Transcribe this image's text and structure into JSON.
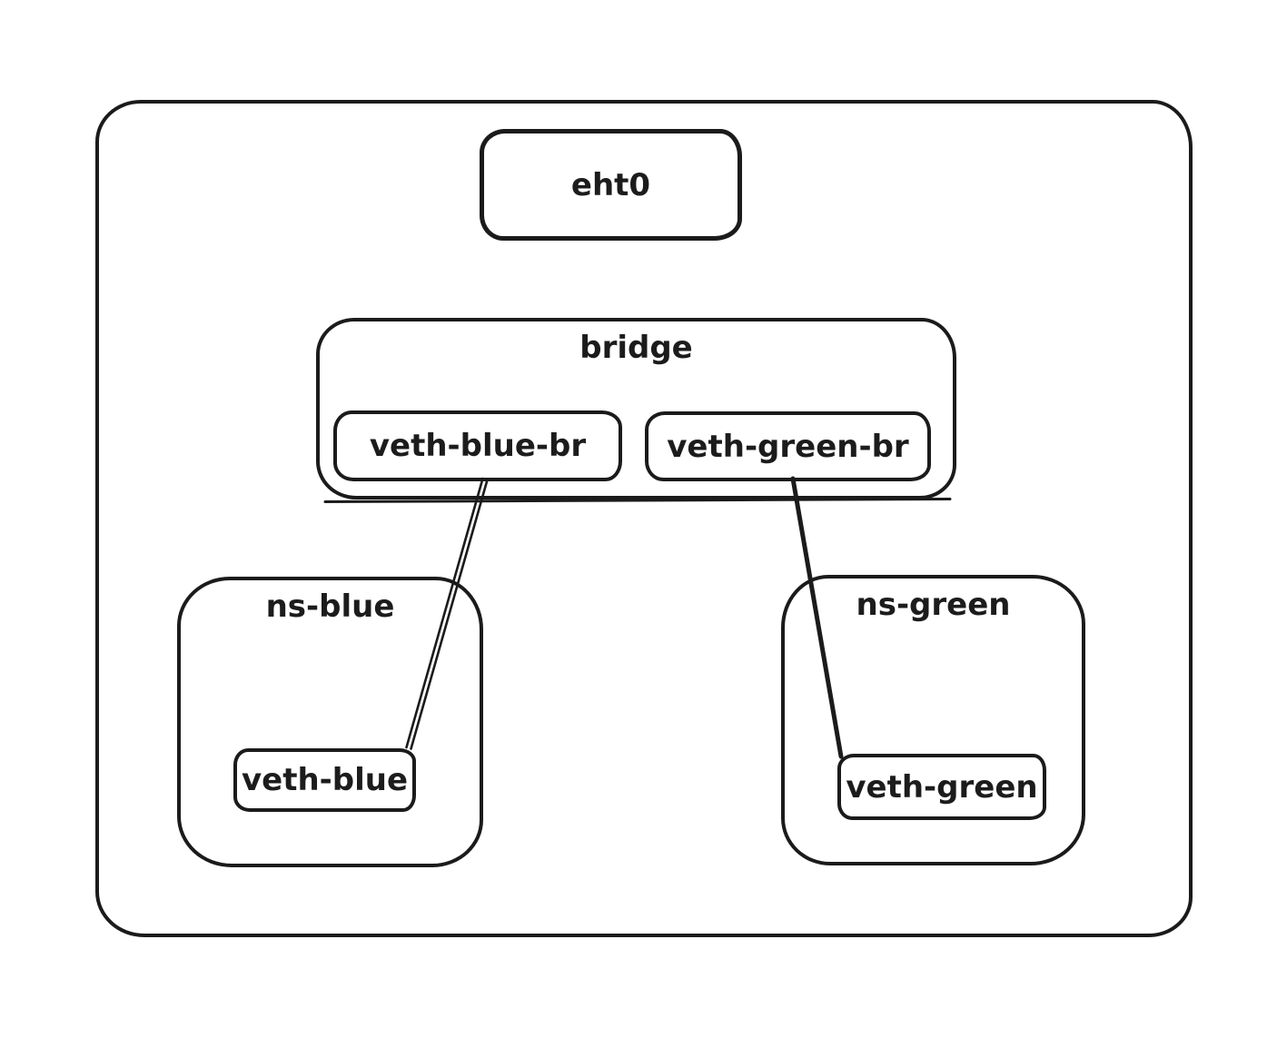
{
  "diagram": {
    "type": "network-namespace-diagram",
    "colors": {
      "stroke": "#1b1b1b",
      "background": "#ffffff"
    },
    "nodes": {
      "host": {
        "contains": [
          "eht0",
          "bridge",
          "ns-blue",
          "ns-green"
        ]
      },
      "eth0": {
        "label": "eht0"
      },
      "bridge": {
        "label": "bridge",
        "contains": [
          "veth-blue-br",
          "veth-green-br"
        ]
      },
      "veth_blue_br": {
        "label": "veth-blue-br"
      },
      "veth_green_br": {
        "label": "veth-green-br"
      },
      "ns_blue": {
        "label": "ns-blue",
        "contains": [
          "veth-blue"
        ]
      },
      "veth_blue": {
        "label": "veth-blue"
      },
      "ns_green": {
        "label": "ns-green",
        "contains": [
          "veth-green"
        ]
      },
      "veth_green": {
        "label": "veth-green"
      }
    },
    "edges": [
      {
        "from": "veth-blue-br",
        "to": "veth-blue",
        "style": "double-line"
      },
      {
        "from": "veth-green-br",
        "to": "veth-green",
        "style": "single-line"
      }
    ]
  }
}
